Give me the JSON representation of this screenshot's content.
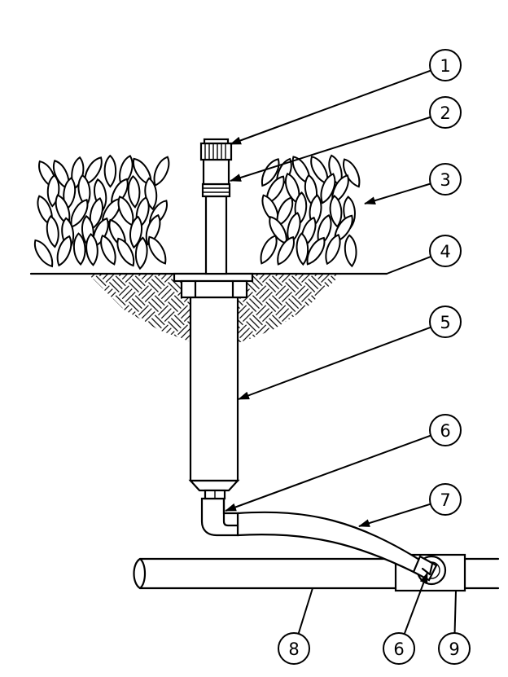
{
  "callouts": [
    {
      "number": "1",
      "part": "nozzle"
    },
    {
      "number": "2",
      "part": "riser-collar"
    },
    {
      "number": "3",
      "part": "plants"
    },
    {
      "number": "4",
      "part": "grade"
    },
    {
      "number": "5",
      "part": "sprinkler-body"
    },
    {
      "number": "6",
      "part": "elbow"
    },
    {
      "number": "7",
      "part": "swing-pipe"
    },
    {
      "number": "8",
      "part": "lateral-pipe"
    },
    {
      "number": "6",
      "part": "elbow"
    },
    {
      "number": "9",
      "part": "tee"
    }
  ]
}
